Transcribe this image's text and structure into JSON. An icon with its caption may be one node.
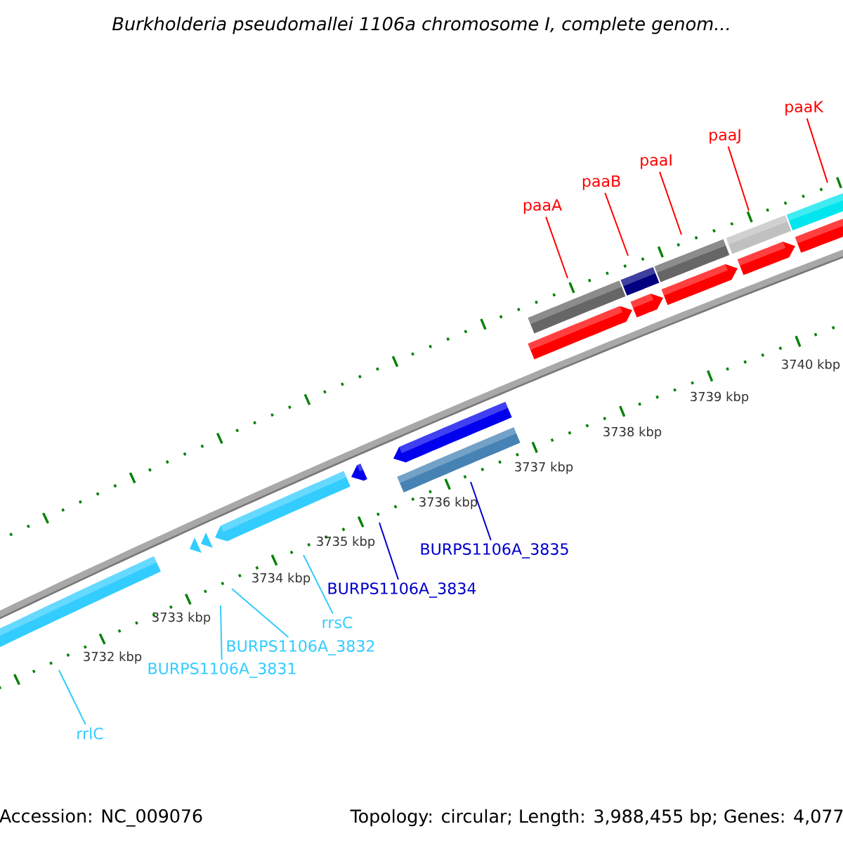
{
  "diagram": {
    "title": "Burkholderia pseudomallei 1106a chromosome I, complete genom...",
    "nodes": [
      {
        "text": [
          "paaA"
        ]
      },
      {
        "text": [
          "paaB"
        ]
      },
      {
        "text": [
          "paaI"
        ]
      },
      {
        "text": [
          "paaJ"
        ]
      },
      {
        "text": [
          "paaK"
        ]
      },
      {
        "text": [
          "rrlC"
        ]
      },
      {
        "text": [
          "BURPS1106A_3831"
        ]
      },
      {
        "text": [
          "BURPS1106A_3832"
        ]
      },
      {
        "text": [
          "rrsC"
        ]
      },
      {
        "text": [
          "BURPS1106A_3834"
        ]
      },
      {
        "text": [
          "BURPS1106A_3835"
        ]
      }
    ],
    "edges": [
      {
        "from": 0,
        "to": null,
        "arrow": "none"
      },
      {
        "from": 1,
        "to": null,
        "arrow": "none"
      },
      {
        "from": 2,
        "to": null,
        "arrow": "none"
      },
      {
        "from": 3,
        "to": null,
        "arrow": "none"
      },
      {
        "from": 4,
        "to": null,
        "arrow": "none"
      },
      {
        "from": 5,
        "to": null,
        "arrow": "none",
        "color": "#33ccff"
      },
      {
        "from": 6,
        "to": null,
        "arrow": "none",
        "color": "#33ccff"
      },
      {
        "from": 7,
        "to": null,
        "arrow": "none",
        "color": "#33ccff"
      },
      {
        "from": 8,
        "to": null,
        "arrow": "none",
        "color": "#33ccff"
      },
      {
        "from": 9,
        "to": null,
        "arrow": "none",
        "color": "#0000cc"
      },
      {
        "from": 10,
        "to": null,
        "arrow": "none",
        "color": "#0000cc"
      }
    ],
    "labels": [
      "3740 kbp",
      "3739 kbp",
      "3738 kbp",
      "3737 kbp",
      "3736 kbp",
      "3735 kbp",
      "3734 kbp",
      "3733 kbp",
      "3732 kbp",
      "Accession: NC_009076",
      "Topology: circular; Length: 3,988,455 bp; Genes: 4,077"
    ]
  }
}
